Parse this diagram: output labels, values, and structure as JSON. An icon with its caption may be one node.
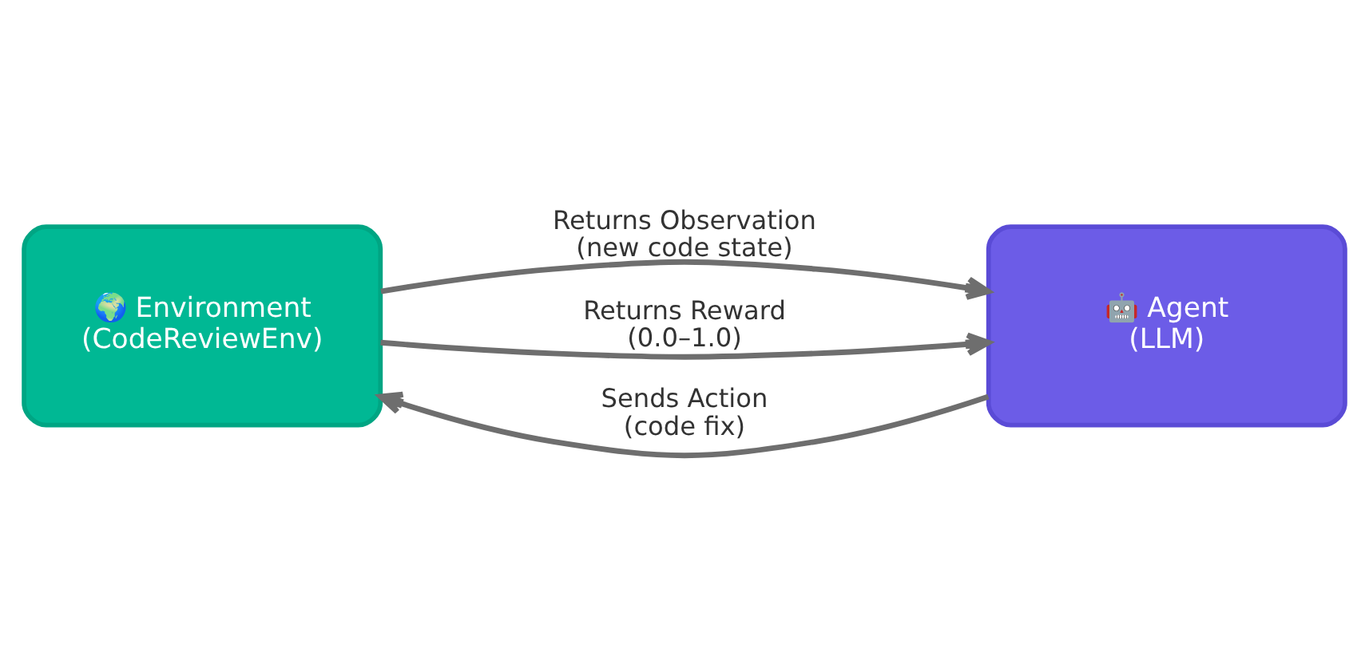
{
  "diagram": {
    "nodes": [
      {
        "text": [
          "🌍 Environment",
          "(CodeReviewEnv)"
        ]
      },
      {
        "text": [
          "🤖 Agent",
          "(LLM)"
        ]
      }
    ],
    "edges": [
      {
        "from": 0,
        "to": 1,
        "arrow": "to",
        "label": "Returns Observation (new code state)"
      },
      {
        "from": 0,
        "to": 1,
        "arrow": "to",
        "label": "Returns Reward (0.0–1.0)"
      },
      {
        "from": 1,
        "to": 0,
        "arrow": "to",
        "label": "Sends Action (code fix)"
      }
    ]
  }
}
